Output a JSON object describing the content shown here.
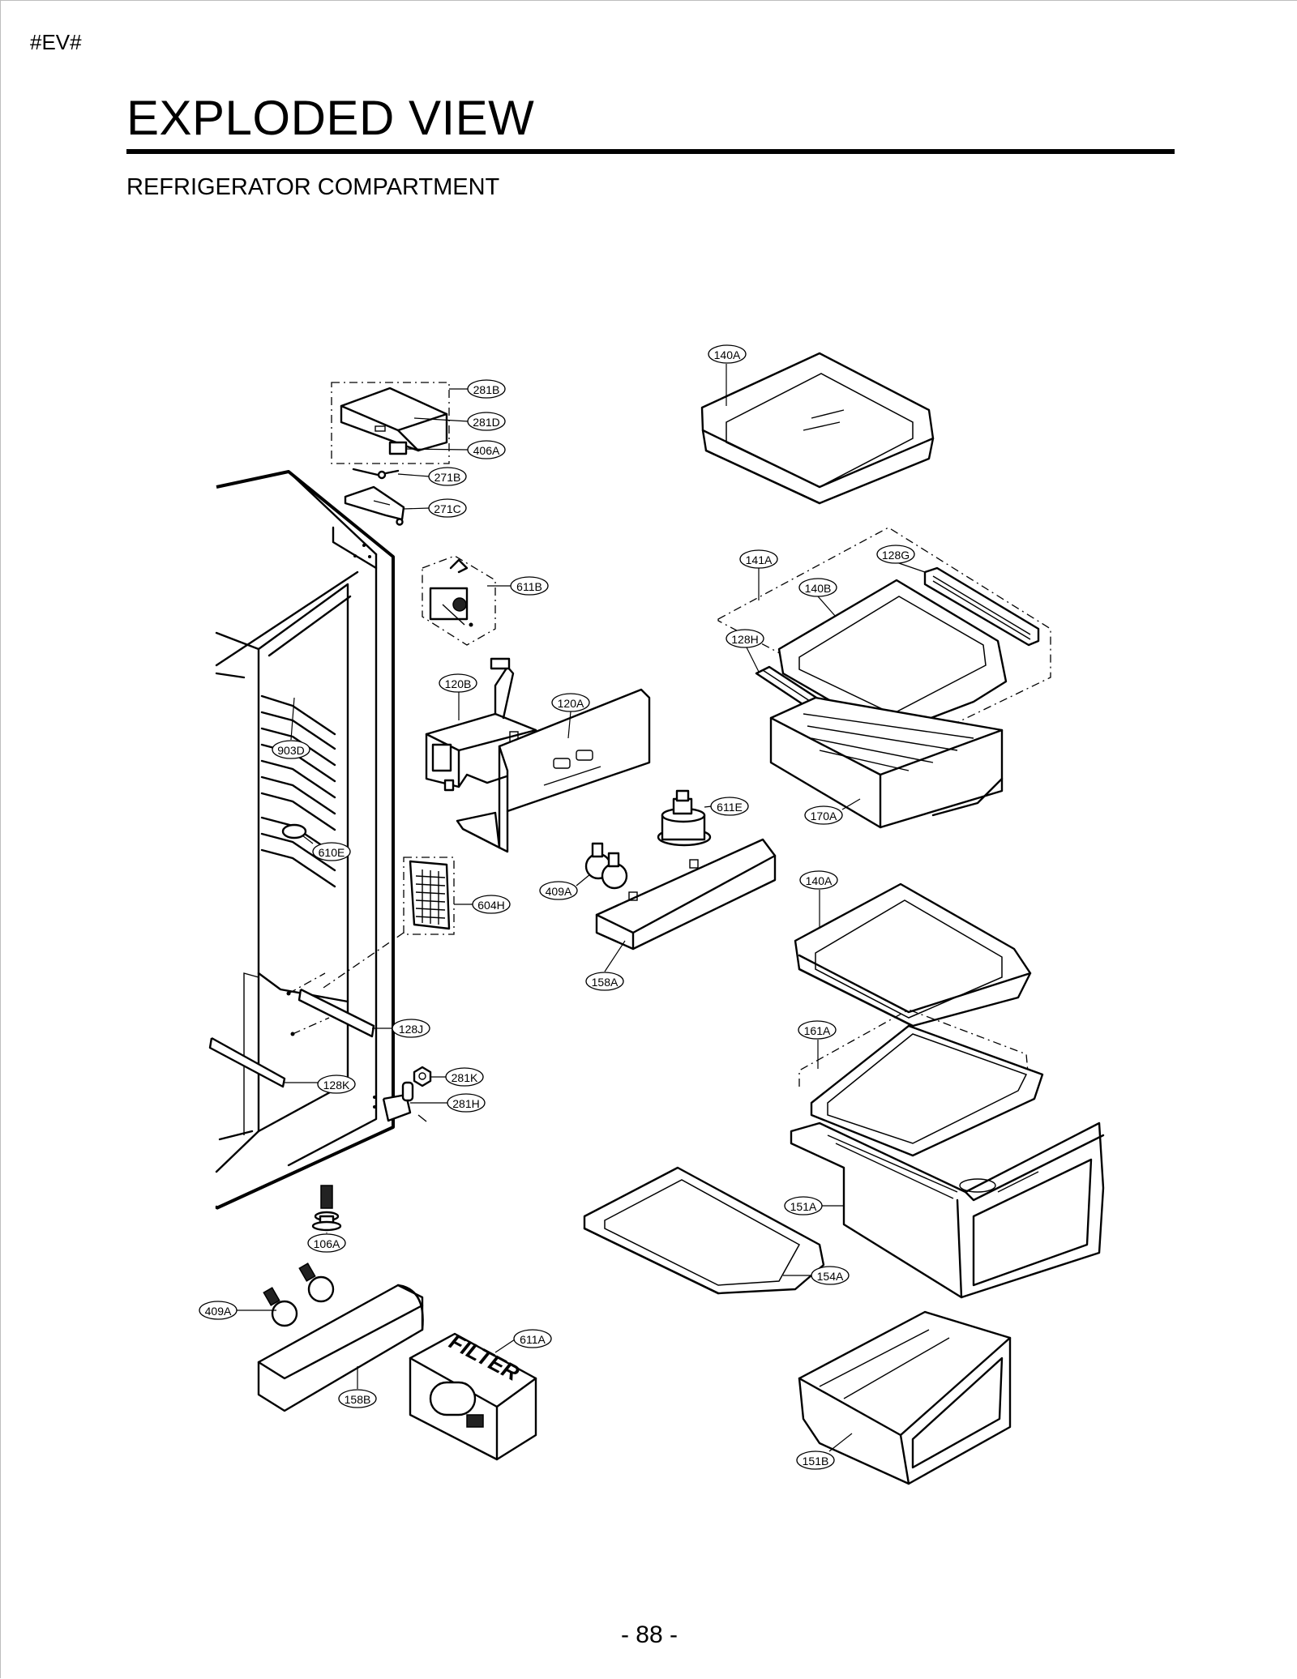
{
  "header": {
    "doc_tag": "#EV#",
    "title": "EXPLODED VIEW",
    "section": "REFRIGERATOR COMPARTMENT"
  },
  "parts": {
    "p140A_top": "140A",
    "p281B": "281B",
    "p281D": "281D",
    "p406A": "406A",
    "p271B": "271B",
    "p271C": "271C",
    "p141A": "141A",
    "p128G": "128G",
    "p140B": "140B",
    "p611B": "611B",
    "p128H": "128H",
    "p120B": "120B",
    "p120A": "120A",
    "p903D": "903D",
    "p611E": "611E",
    "p170A": "170A",
    "p610E": "610E",
    "p409A_mid": "409A",
    "p140A_mid": "140A",
    "p604H": "604H",
    "p158A": "158A",
    "p128J": "128J",
    "p161A": "161A",
    "p281K": "281K",
    "p128K": "128K",
    "p281H": "281H",
    "p151A": "151A",
    "p106A": "106A",
    "p154A": "154A",
    "p409A_low": "409A",
    "p611A": "611A",
    "p158B": "158B",
    "p151B": "151B"
  },
  "filter_label": "FILTER",
  "footer": {
    "page_number": "- 88 -"
  }
}
